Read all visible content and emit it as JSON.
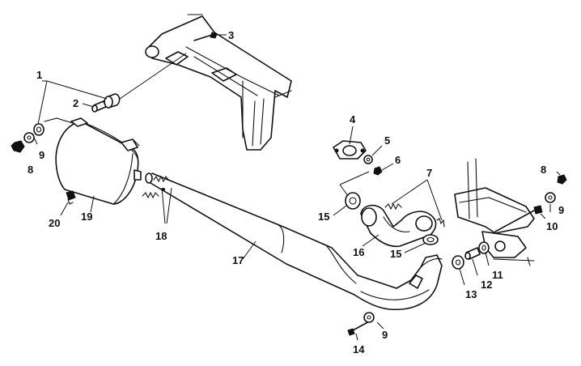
{
  "callouts": {
    "c1": "1",
    "c2": "2",
    "c3": "3",
    "c4": "4",
    "c5": "5",
    "c6": "6",
    "c7": "7",
    "c8a": "8",
    "c8b": "8",
    "c9a": "9",
    "c9b": "9",
    "c9c": "9",
    "c10": "10",
    "c11": "11",
    "c12": "12",
    "c13": "13",
    "c14": "14",
    "c15a": "15",
    "c15b": "15",
    "c16": "16",
    "c17": "17",
    "c18": "18",
    "c19": "19",
    "c20": "20"
  }
}
